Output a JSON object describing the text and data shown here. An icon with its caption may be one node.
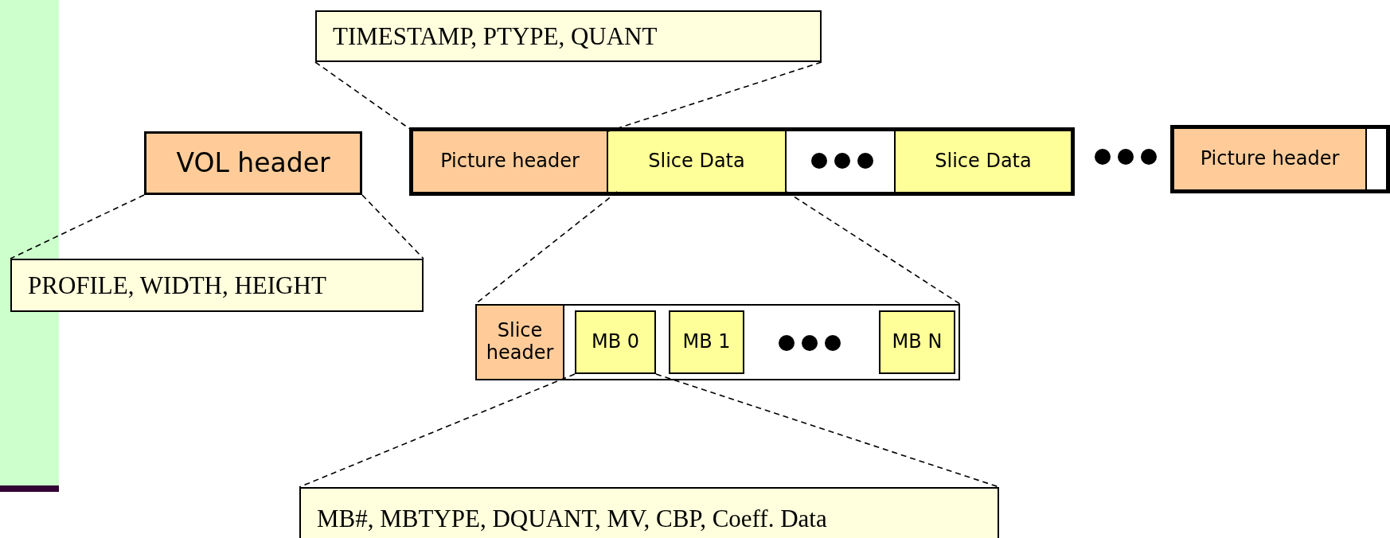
{
  "diagram": {
    "nodes": [
      {
        "text": [
          "TIMESTAMP, PTYPE, QUANT"
        ]
      },
      {
        "text": [
          "VOL header"
        ]
      },
      {
        "text": [],
        "shape": "box"
      },
      {
        "text": [
          "Picture header"
        ],
        "in": 2
      },
      {
        "text": [
          "Slice Data"
        ],
        "in": 2
      },
      {
        "text": [],
        "shape": "box",
        "in": 2
      },
      {
        "text": [
          "Slice Data"
        ],
        "in": 2
      },
      {
        "text": [],
        "shape": "box"
      },
      {
        "text": [
          "Picture header"
        ],
        "in": 7
      },
      {
        "text": [],
        "shape": "box",
        "in": 7
      },
      {
        "text": [
          "PROFILE, WIDTH, HEIGHT"
        ]
      },
      {
        "text": [],
        "shape": "box"
      },
      {
        "text": [
          "Slice header"
        ],
        "in": 11
      },
      {
        "text": [
          "MB 0"
        ],
        "in": 11
      },
      {
        "text": [
          "MB 1"
        ],
        "in": 11
      },
      {
        "text": [
          "MB N"
        ],
        "in": 11
      },
      {
        "text": [
          "MB#, MBTYPE, DQUANT, MV, CBP, Coeff. Data"
        ]
      }
    ],
    "edges": [
      {
        "from": 0,
        "to": 3,
        "arrow": "none",
        "style": "dashed"
      },
      {
        "from": 0,
        "to": 3,
        "arrow": "none",
        "style": "dashed"
      },
      {
        "from": 1,
        "to": 10,
        "arrow": "none",
        "style": "dashed"
      },
      {
        "from": 1,
        "to": 10,
        "arrow": "none",
        "style": "dashed"
      },
      {
        "from": 4,
        "to": 11,
        "arrow": "none",
        "style": "dashed"
      },
      {
        "from": 4,
        "to": 11,
        "arrow": "none",
        "style": "dashed"
      },
      {
        "from": 13,
        "to": 16,
        "arrow": "none",
        "style": "dashed"
      },
      {
        "from": 13,
        "to": 16,
        "arrow": "none",
        "style": "dashed"
      }
    ]
  }
}
